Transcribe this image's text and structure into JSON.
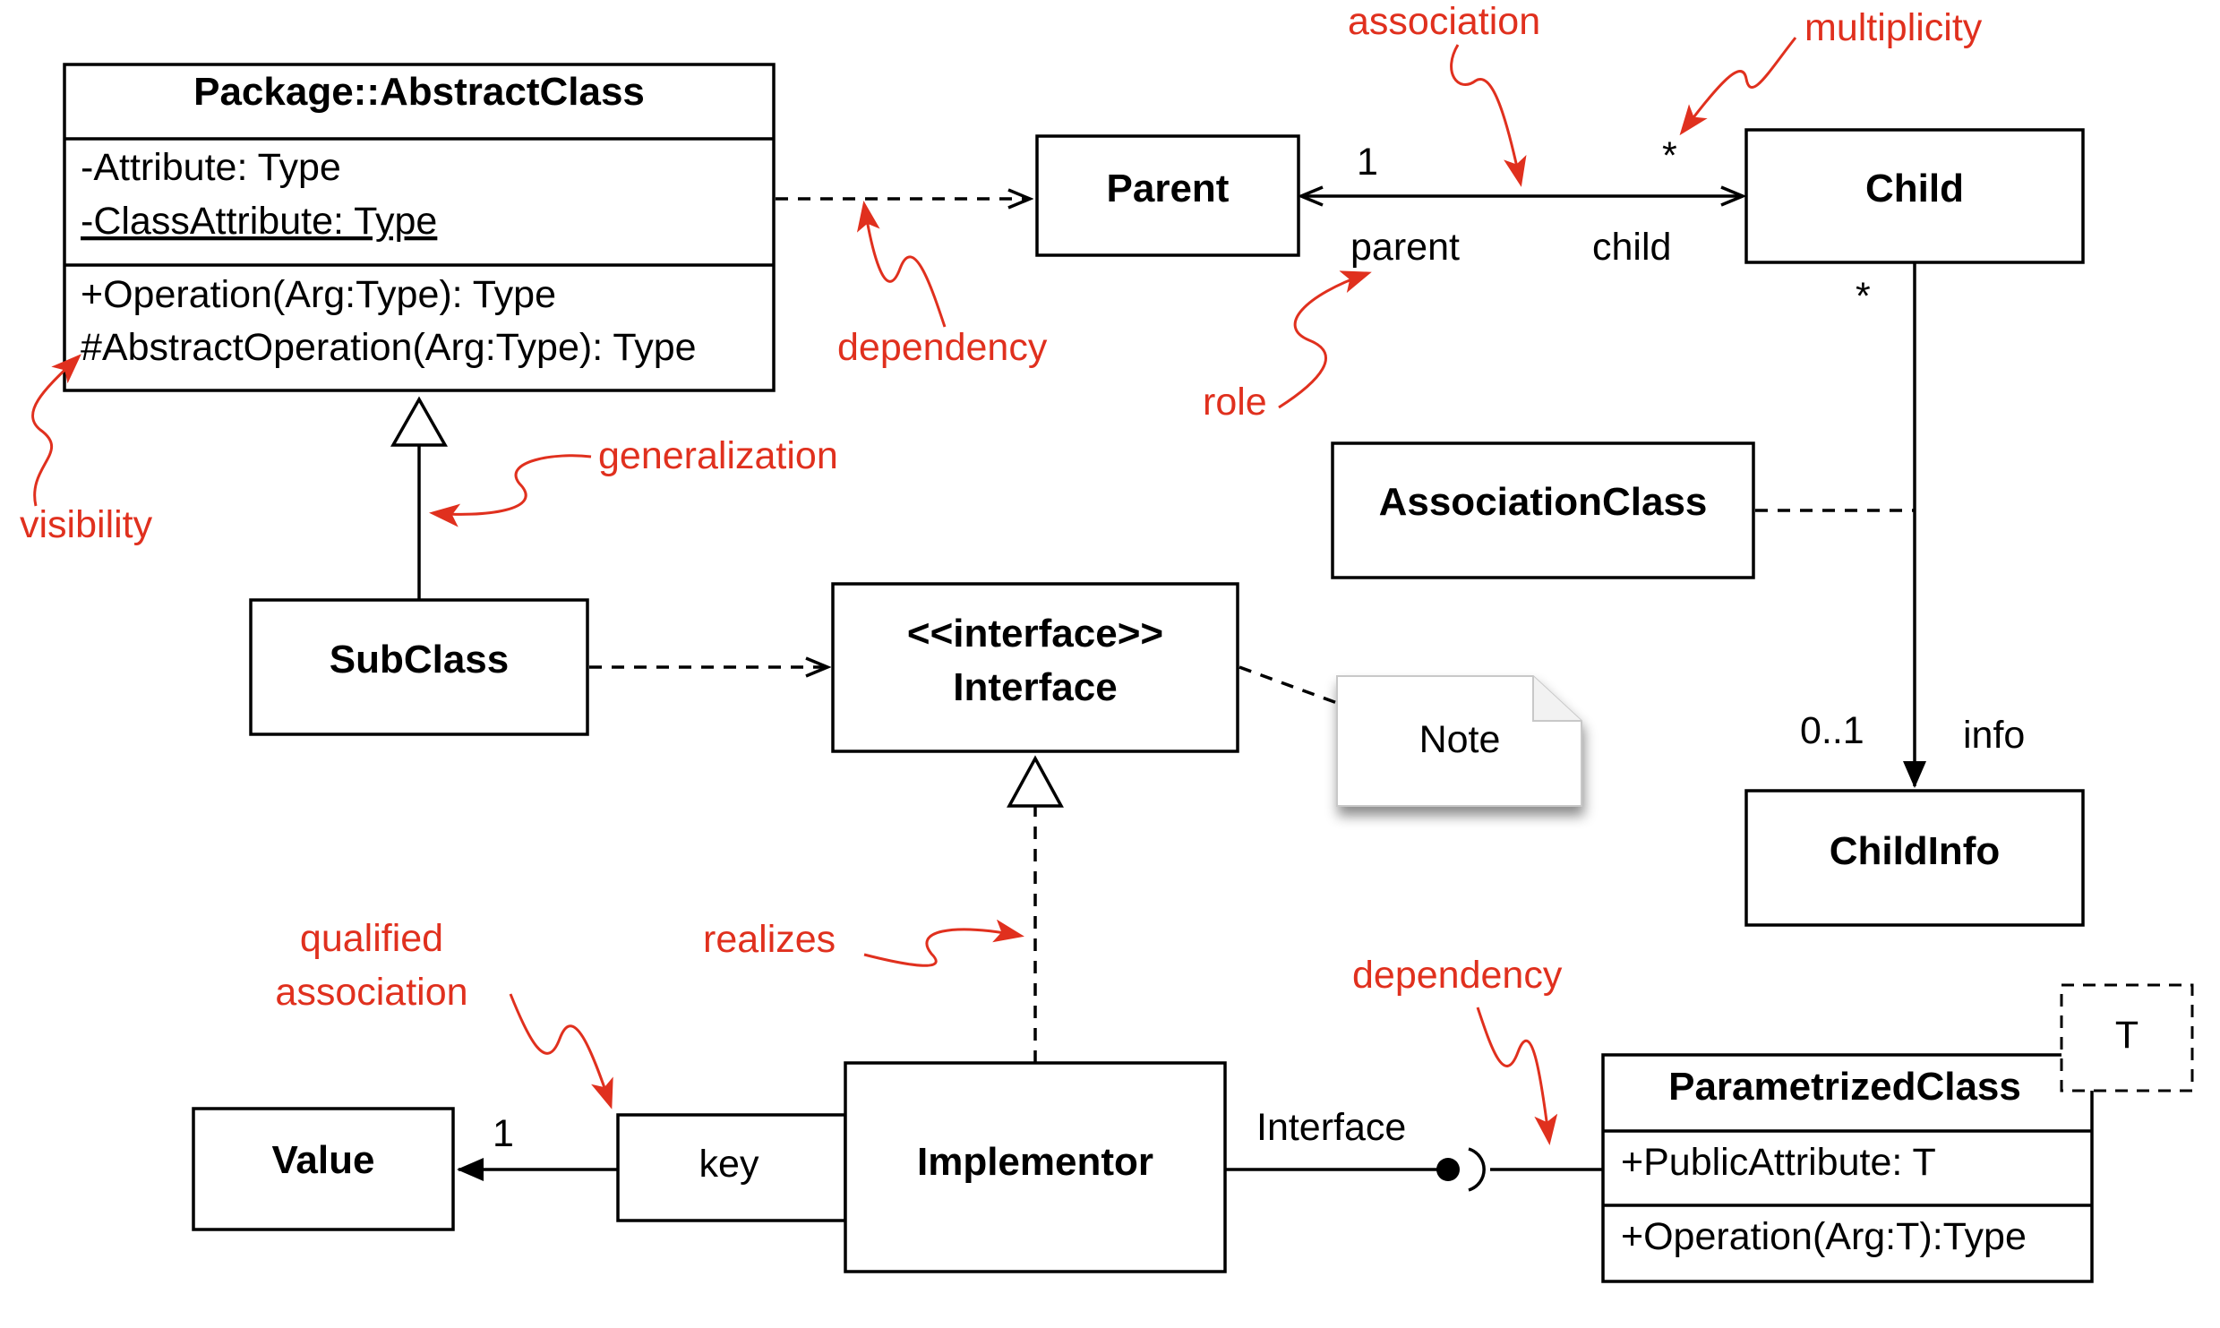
{
  "colors": {
    "annotation": "#e0301e",
    "ink": "#000000",
    "background": "#ffffff"
  },
  "classes": {
    "abstract_class": {
      "name": "Package::AbstractClass",
      "attributes": [
        "-Attribute: Type",
        "-ClassAttribute: Type"
      ],
      "operations": [
        "+Operation(Arg:Type): Type",
        "#AbstractOperation(Arg:Type): Type"
      ]
    },
    "parent": {
      "name": "Parent"
    },
    "child": {
      "name": "Child"
    },
    "association_class": {
      "name": "AssociationClass"
    },
    "child_info": {
      "name": "ChildInfo"
    },
    "sub_class": {
      "name": "SubClass"
    },
    "interface": {
      "stereotype": "<<interface>>",
      "name": "Interface"
    },
    "note": {
      "text": "Note"
    },
    "value": {
      "name": "Value"
    },
    "qualifier": {
      "text": "key"
    },
    "implementor": {
      "name": "Implementor"
    },
    "parametrized_class": {
      "name": "ParametrizedClass",
      "template_param": "T",
      "attributes": [
        "+PublicAttribute: T"
      ],
      "operations": [
        "+Operation(Arg:T):Type"
      ]
    }
  },
  "relationship_labels": {
    "parent_multiplicity": "1",
    "child_multiplicity": "*",
    "parent_role": "parent",
    "child_role": "child",
    "child_down_multiplicity": "*",
    "info_multiplicity": "0..1",
    "info_role": "info",
    "value_multiplicity": "1",
    "interface_lollipop": "Interface"
  },
  "annotations": {
    "association": "association",
    "multiplicity": "multiplicity",
    "dependency_top": "dependency",
    "role": "role",
    "visibility": "visibility",
    "generalization": "generalization",
    "realizes": "realizes",
    "qualified_association": [
      "qualified",
      "association"
    ],
    "dependency_bottom": "dependency"
  }
}
